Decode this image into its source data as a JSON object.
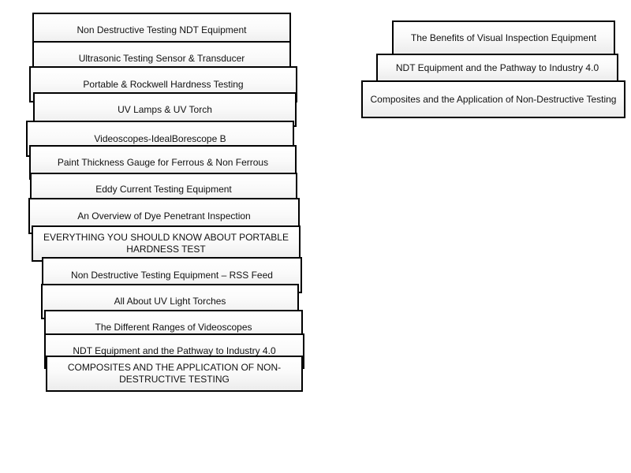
{
  "left_stack": [
    "Non Destructive Testing NDT Equipment",
    "Ultrasonic Testing Sensor & Transducer",
    "Portable & Rockwell Hardness Testing",
    "UV Lamps & UV Torch",
    "Videoscopes-IdealBorescope B",
    "Paint Thickness Gauge for Ferrous & Non Ferrous",
    "Eddy Current Testing Equipment",
    "An Overview of Dye Penetrant Inspection",
    "EVERYTHING YOU SHOULD KNOW ABOUT PORTABLE HARDNESS TEST",
    "Non Destructive Testing Equipment – RSS Feed",
    "All About UV Light Torches",
    "The Different Ranges of Videoscopes",
    "NDT Equipment and the Pathway to Industry 4.0",
    "COMPOSITES AND THE APPLICATION OF NON-DESTRUCTIVE TESTING"
  ],
  "right_stack": [
    "The Benefits of Visual Inspection Equipment",
    "NDT Equipment and the Pathway to Industry 4.0",
    "Composites and the Application of Non-Destructive Testing"
  ]
}
